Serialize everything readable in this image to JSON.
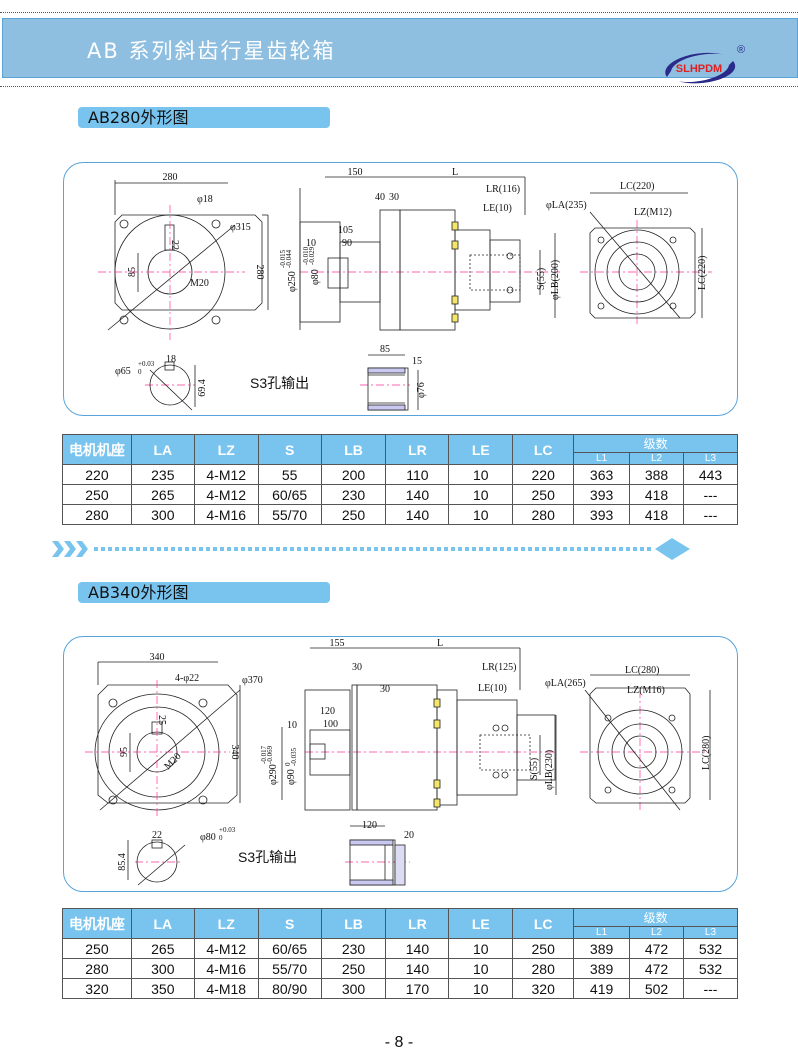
{
  "header": {
    "title": "AB 系列斜齿行星齿轮箱",
    "logo_text": "SLHPDM",
    "registered": "®"
  },
  "colors": {
    "header_bg": "#8fbfe0",
    "accent": "#78c4ef",
    "frame_border": "#5aa3d8",
    "centerline": "#ff3399",
    "logo_blue": "#2a2a8a",
    "logo_red": "#e02020"
  },
  "sections": [
    {
      "title": "AB280外形图",
      "drawing": {
        "front": {
          "width": "280",
          "hole": "φ18",
          "pcd": "φ315",
          "height": "280",
          "key": "22",
          "shaft_h": "85",
          "thread": "M20"
        },
        "shaft_section": {
          "dia": "φ65",
          "tol_up": "+0.03",
          "tol_low": "0",
          "key": "18",
          "height": "69.4"
        },
        "s3_label": "S3孔输出",
        "side": {
          "len1": "150",
          "len_L": "L",
          "d40": "40",
          "d30": "30",
          "lr": "LR(116)",
          "le": "LE(10)",
          "d105": "105",
          "d10": "10",
          "d90": "90",
          "pilot": "φ250",
          "pilot_tol_up": "-0.015",
          "pilot_tol_low": "-0.044",
          "shaft": "φ80",
          "shaft_tol_up": "-0.010",
          "shaft_tol_low": "-0.029",
          "s": "S(55)",
          "lb": "φLB(200)"
        },
        "s3_section": {
          "len": "85",
          "step": "15",
          "dia": "φ76"
        },
        "rear": {
          "lc": "LC(220)",
          "la": "φLA(235)",
          "lz": "LZ(M12)",
          "lc_v": "LC(220)"
        }
      },
      "table": {
        "headers": [
          "电机机座",
          "LA",
          "LZ",
          "S",
          "LB",
          "LR",
          "LE",
          "LC"
        ],
        "group_header": "级数",
        "sub_headers": [
          "L1",
          "L2",
          "L3"
        ],
        "rows": [
          [
            "220",
            "235",
            "4-M12",
            "55",
            "200",
            "110",
            "10",
            "220",
            "363",
            "388",
            "443"
          ],
          [
            "250",
            "265",
            "4-M12",
            "60/65",
            "230",
            "140",
            "10",
            "250",
            "393",
            "418",
            "---"
          ],
          [
            "280",
            "300",
            "4-M16",
            "55/70",
            "250",
            "140",
            "10",
            "280",
            "393",
            "418",
            "---"
          ]
        ]
      }
    },
    {
      "title": "AB340外形图",
      "drawing": {
        "front": {
          "width": "340",
          "hole": "4-φ22",
          "pcd": "φ370",
          "height": "340",
          "key": "25",
          "shaft_h": "95",
          "thread": "M20"
        },
        "shaft_section": {
          "dia": "φ80",
          "tol_up": "+0.03",
          "tol_low": "0",
          "key": "22",
          "height": "85.4"
        },
        "s3_label": "S3孔输出",
        "side": {
          "len1": "155",
          "len_L": "L",
          "d40": "30",
          "d30": "30",
          "lr": "LR(125)",
          "le": "LE(10)",
          "d105": "120",
          "d10": "10",
          "d90": "100",
          "pilot": "φ290",
          "pilot_tol_up": "-0.017",
          "pilot_tol_low": "-0.069",
          "shaft": "φ90",
          "shaft_tol_up": "0",
          "shaft_tol_low": "-0.035",
          "s": "S(55)",
          "lb": "φLB(230)"
        },
        "s3_section": {
          "len": "120",
          "step": "20",
          "dia": ""
        },
        "rear": {
          "lc": "LC(280)",
          "la": "φLA(265)",
          "lz": "LZ(M16)",
          "lc_v": "LC(280)"
        }
      },
      "table": {
        "headers": [
          "电机机座",
          "LA",
          "LZ",
          "S",
          "LB",
          "LR",
          "LE",
          "LC"
        ],
        "group_header": "级数",
        "sub_headers": [
          "L1",
          "L2",
          "L3"
        ],
        "rows": [
          [
            "250",
            "265",
            "4-M12",
            "60/65",
            "230",
            "140",
            "10",
            "250",
            "389",
            "472",
            "532"
          ],
          [
            "280",
            "300",
            "4-M16",
            "55/70",
            "250",
            "140",
            "10",
            "280",
            "389",
            "472",
            "532"
          ],
          [
            "320",
            "350",
            "4-M18",
            "80/90",
            "300",
            "170",
            "10",
            "320",
            "419",
            "502",
            "---"
          ]
        ]
      }
    }
  ],
  "footer": {
    "page_number": "- 8 -"
  }
}
